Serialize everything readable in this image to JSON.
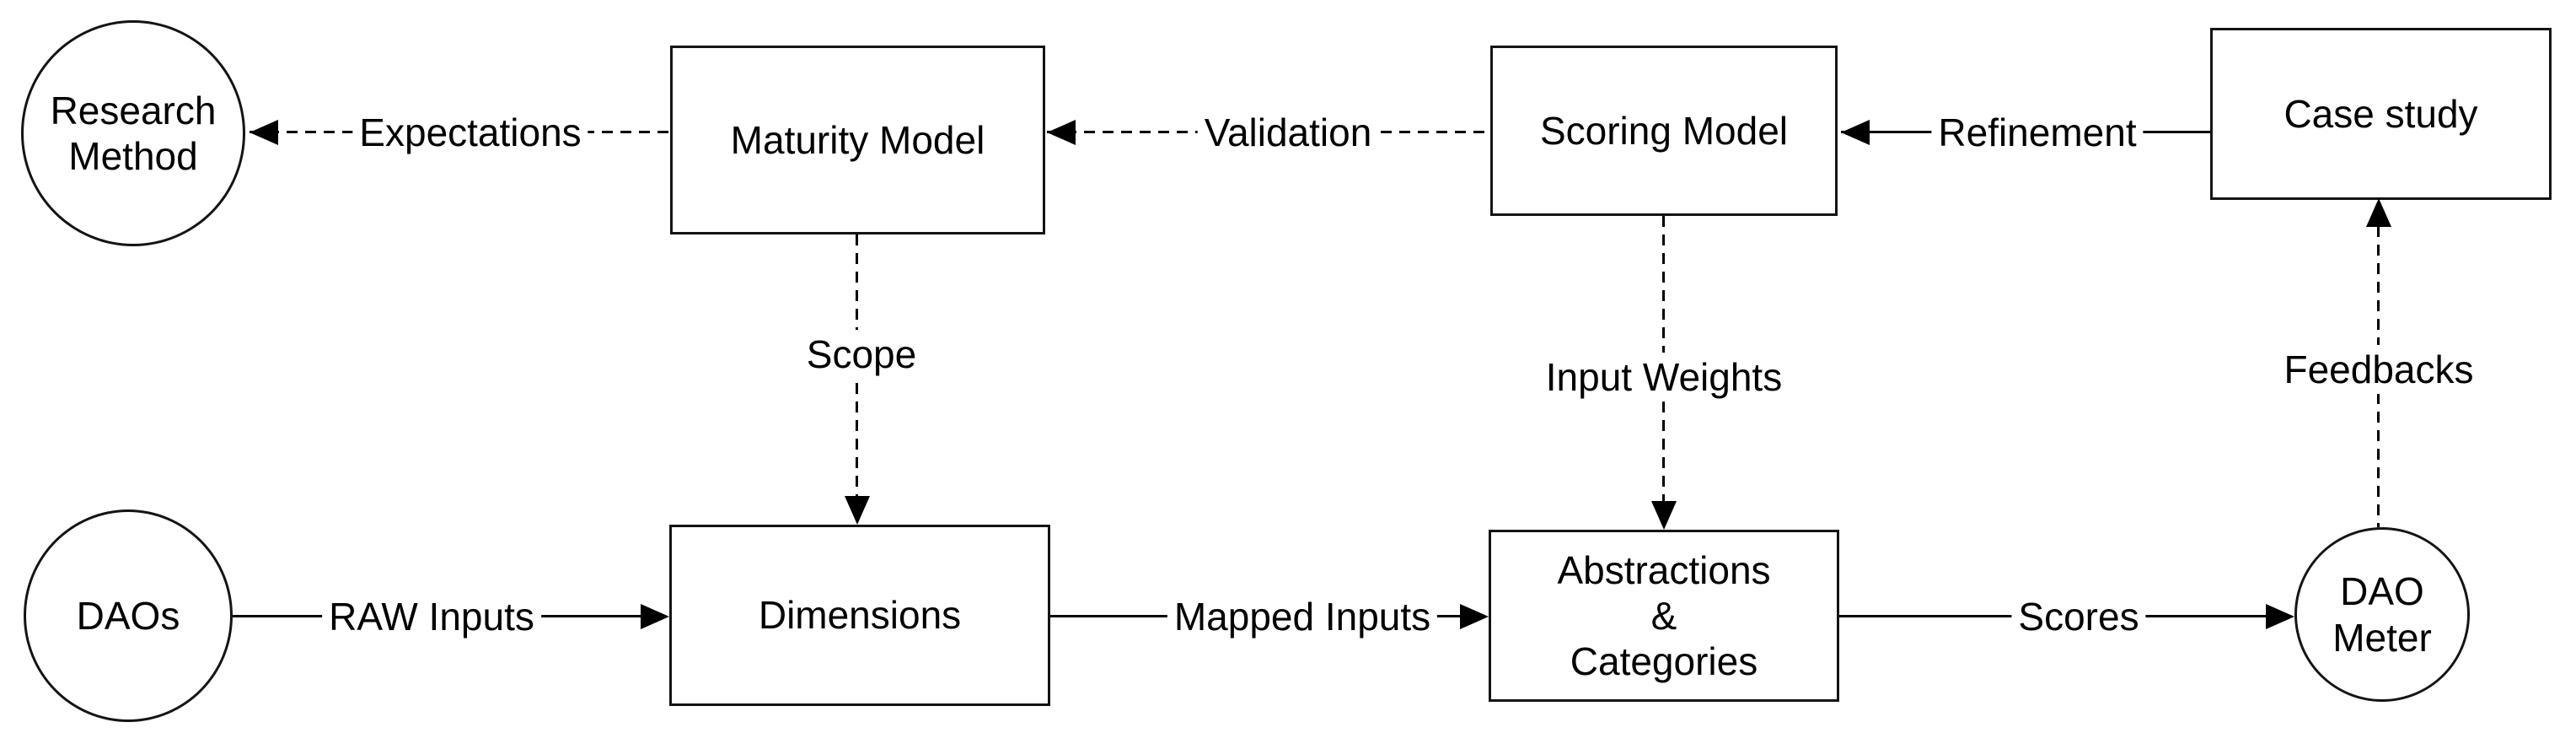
{
  "colors": {
    "stroke": "#000000",
    "background": "#ffffff"
  },
  "nodes": {
    "research_method": {
      "label": "Research\nMethod",
      "shape": "ellipse"
    },
    "maturity_model": {
      "label": "Maturity Model",
      "shape": "rectangle"
    },
    "scoring_model": {
      "label": "Scoring Model",
      "shape": "rectangle"
    },
    "case_study": {
      "label": "Case study",
      "shape": "rectangle"
    },
    "daos": {
      "label": "DAOs",
      "shape": "ellipse"
    },
    "dimensions": {
      "label": "Dimensions",
      "shape": "rectangle"
    },
    "abstractions_categories": {
      "label": "Abstractions\n&\nCategories",
      "shape": "rectangle"
    },
    "dao_meter": {
      "label": "DAO\nMeter",
      "shape": "ellipse"
    }
  },
  "edges": {
    "expectations": {
      "label": "Expectations",
      "style": "dashed",
      "from": "maturity_model",
      "to": "research_method",
      "direction": "left"
    },
    "validation": {
      "label": "Validation",
      "style": "dashed",
      "from": "scoring_model",
      "to": "maturity_model",
      "direction": "left"
    },
    "refinement": {
      "label": "Refinement",
      "style": "solid",
      "from": "case_study",
      "to": "scoring_model",
      "direction": "left"
    },
    "scope": {
      "label": "Scope",
      "style": "dashed",
      "from": "maturity_model",
      "to": "dimensions",
      "direction": "down"
    },
    "input_weights": {
      "label": "Input Weights",
      "style": "dashed",
      "from": "scoring_model",
      "to": "abstractions_categories",
      "direction": "down"
    },
    "feedbacks": {
      "label": "Feedbacks",
      "style": "dashed",
      "from": "dao_meter",
      "to": "case_study",
      "direction": "up"
    },
    "raw_inputs": {
      "label": "RAW Inputs",
      "style": "solid",
      "from": "daos",
      "to": "dimensions",
      "direction": "right"
    },
    "mapped_inputs": {
      "label": "Mapped Inputs",
      "style": "solid",
      "from": "dimensions",
      "to": "abstractions_categories",
      "direction": "right"
    },
    "scores": {
      "label": "Scores",
      "style": "solid",
      "from": "abstractions_categories",
      "to": "dao_meter",
      "direction": "right"
    }
  }
}
